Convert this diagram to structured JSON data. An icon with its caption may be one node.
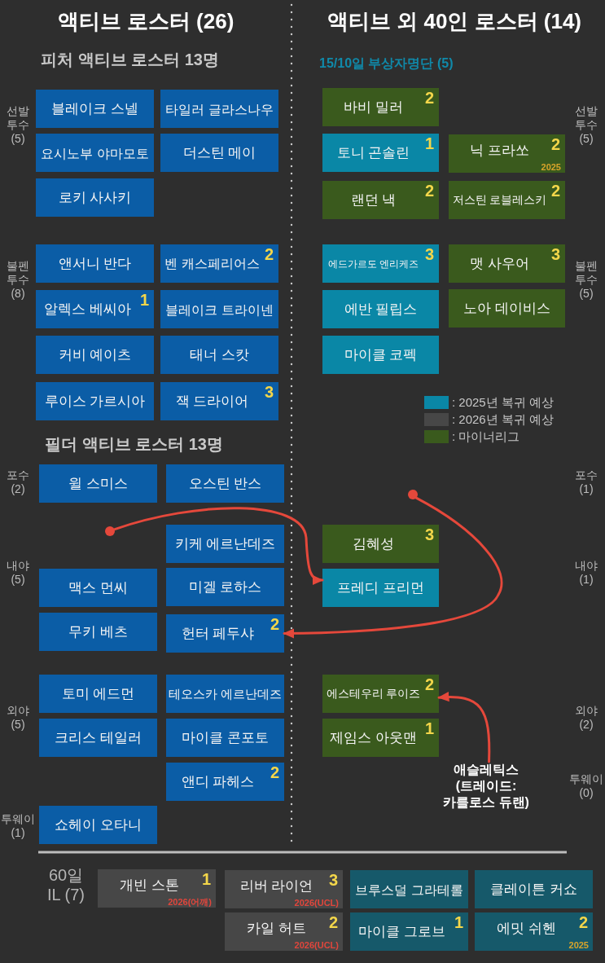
{
  "diagram": {
    "nodes": [
      {
        "text": [
          "블레이크 스넬"
        ]
      },
      {
        "text": [
          "타일러 글라스나우"
        ]
      },
      {
        "text": [
          "요시노부 야마모토"
        ]
      },
      {
        "text": [
          "더스틴 메이"
        ]
      },
      {
        "text": [
          "로키 사사키"
        ]
      },
      {
        "text": [
          "앤서니 반다"
        ]
      },
      {
        "text": [
          "벤 캐스페리어스",
          "2"
        ]
      },
      {
        "text": [
          "알렉스 베씨아",
          "1"
        ]
      },
      {
        "text": [
          "블레이크 트라이넨"
        ]
      },
      {
        "text": [
          "커비 예이츠"
        ]
      },
      {
        "text": [
          "태너 스캇"
        ]
      },
      {
        "text": [
          "루이스 가르시아"
        ]
      },
      {
        "text": [
          "잭 드라이어",
          "3"
        ]
      },
      {
        "text": [
          "윌 스미스"
        ]
      },
      {
        "text": [
          "오스틴 반스"
        ]
      },
      {
        "text": [],
        "shape": "circle"
      },
      {
        "text": [
          "키케 에르난데즈"
        ]
      },
      {
        "text": [
          "맥스 먼씨"
        ]
      },
      {
        "text": [
          "미겔 로하스"
        ]
      },
      {
        "text": [
          "무키 베츠"
        ]
      },
      {
        "text": [
          "헌터 페두샤",
          "2"
        ]
      },
      {
        "text": [
          "토미 에드먼"
        ]
      },
      {
        "text": [
          "테오스카 에르난데즈"
        ]
      },
      {
        "text": [
          "크리스 테일러"
        ]
      },
      {
        "text": [
          "마이클 콘포토"
        ]
      },
      {
        "text": [
          "앤디 파헤스",
          "2"
        ]
      },
      {
        "text": [
          "쇼헤이 오타니"
        ]
      },
      {
        "text": [
          "바비 밀러",
          "2"
        ]
      },
      {
        "text": [
          "토니 곤솔린",
          "1"
        ]
      },
      {
        "text": [
          "닉 프라쏘",
          "2",
          "2025"
        ]
      },
      {
        "text": [
          "랜던 낵",
          "2"
        ]
      },
      {
        "text": [
          "저스틴 로블레스키",
          "2"
        ]
      },
      {
        "text": [
          "에드가르도 엔리케즈",
          "3"
        ]
      },
      {
        "text": [
          "맷 사우어",
          "3"
        ]
      },
      {
        "text": [
          "에반 필립스"
        ]
      },
      {
        "text": [
          "노아 데이비스"
        ]
      },
      {
        "text": [
          "마이클 코펙"
        ]
      },
      {
        "text": [],
        "shape": "circle"
      },
      {
        "text": [
          "김혜성",
          "3"
        ]
      },
      {
        "text": [
          "프레디 프리먼"
        ]
      },
      {
        "text": [
          "에스테우리 루이즈",
          "2"
        ]
      },
      {
        "text": [
          "제임스 아웃맨",
          "1"
        ]
      },
      {
        "text": [
          "애슬레틱스 (트레이드: 카를로스 듀랜)"
        ]
      },
      {
        "text": [
          "개빈 스톤",
          "1",
          "2026(어깨)"
        ]
      },
      {
        "text": [
          "리버 라이언",
          "3",
          "2026(UCL)"
        ]
      },
      {
        "text": [
          "브루스덜 그라테롤"
        ]
      },
      {
        "text": [
          "클레이튼 커쇼"
        ]
      },
      {
        "text": [
          "카일 허트",
          "2",
          "2026(UCL)"
        ]
      },
      {
        "text": [
          "마이클 그로브",
          "1"
        ]
      },
      {
        "text": [
          "에밋 쉬헨",
          "2",
          "2025"
        ]
      }
    ],
    "edges": [
      {
        "from": 15,
        "to": 39,
        "arrow": "to"
      },
      {
        "from": 37,
        "to": 20,
        "arrow": "to"
      },
      {
        "from": 42,
        "to": 40,
        "arrow": "to"
      }
    ],
    "labels": [
      "액티브 로스터 (26)",
      "액티브 외 40인 로스터 (14)",
      "피처 액티브 로스터 13명",
      "15/10일 부상자명단 (5)",
      "선발 투수 (5)",
      "선발 투수 (5)",
      "불펜 투수 (8)",
      "불펜 투수 (5)",
      "필더 액티브 로스터 13명",
      "포수 (2)",
      "포수 (1)",
      "내야 (5)",
      "내야 (1)",
      "외야 (5)",
      "외야 (2)",
      "투웨이 (1)",
      "투웨이 (0)",
      "60일 IL (7)"
    ],
    "legend": [
      {
        "text": ": 2025년 복귀 예상",
        "color": "#0a87a6"
      },
      {
        "text": ": 2026년 복귀 예상",
        "color": "#474747"
      },
      {
        "text": ": 마이너리그",
        "color": "#3a5a1d"
      }
    ]
  }
}
